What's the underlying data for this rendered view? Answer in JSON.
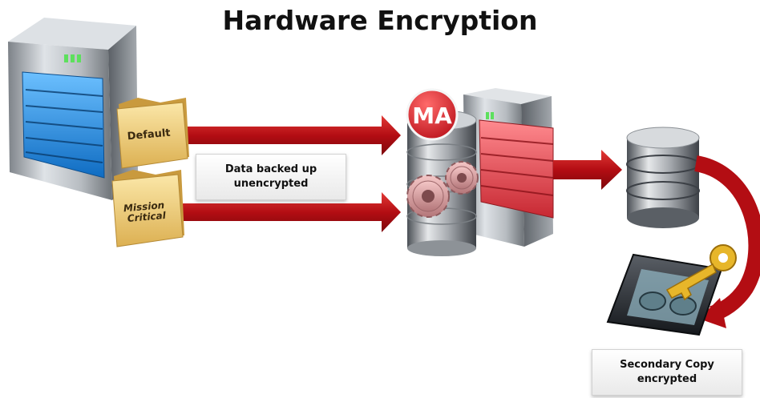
{
  "title": "Hardware Encryption",
  "folders": {
    "default_label": "Default",
    "mission_label": "Mission\nCritical"
  },
  "media_agent": {
    "badge": "MA"
  },
  "labels": {
    "backup": "Data backed up\nunencrypted",
    "secondary": "Secondary Copy\nencrypted"
  },
  "colors": {
    "arrow_red": "#c4121a",
    "server_blue": "#1f8fe0",
    "server_red": "#e04a52",
    "folder_gold": "#f3d27a",
    "badge_red": "#d81e28",
    "key_gold": "#e7b62a"
  },
  "icons": [
    "client-server-icon",
    "folder-icon",
    "media-agent-server-icon",
    "gears-icon",
    "disk-library-icon",
    "tape-icon",
    "key-icon"
  ]
}
